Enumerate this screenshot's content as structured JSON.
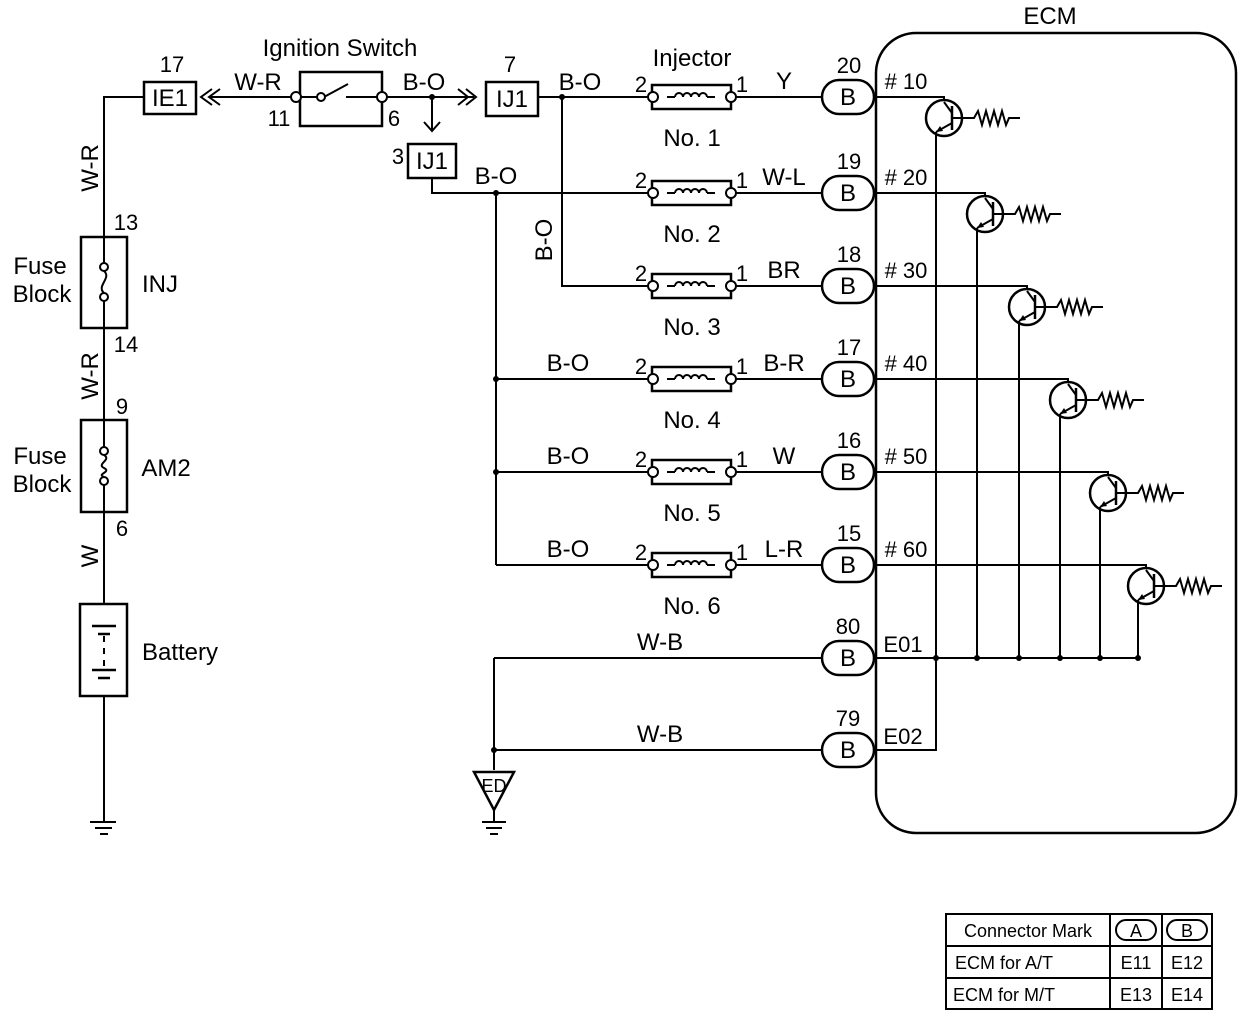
{
  "ecm": {
    "title": "ECM"
  },
  "ignition": {
    "title": "Ignition Switch",
    "pin_in": "11",
    "pin_out": "6"
  },
  "connectors": {
    "ie1": {
      "label": "IE1",
      "pin": "17"
    },
    "ij1_top": {
      "label": "IJ1",
      "pin": "7"
    },
    "ij1_branch": {
      "label": "IJ1",
      "pin": "3"
    }
  },
  "fuses": {
    "inj": {
      "block": [
        "Fuse",
        "Block"
      ],
      "name": "INJ",
      "pin_top": "13",
      "pin_bottom": "14"
    },
    "am2": {
      "block": [
        "Fuse",
        "Block"
      ],
      "name": "AM2",
      "pin_top": "9",
      "pin_bottom": "6"
    }
  },
  "battery": {
    "label": "Battery"
  },
  "wires": {
    "ie1_to_switch": "W-R",
    "switch_to_ij1": "B-O",
    "ij1_to_bus": "B-O",
    "branch_top": "B-O",
    "bus_vertical": "B-O",
    "fuse_upper": "W-R",
    "fuse_lower": "W-R",
    "battery_wire": "W",
    "ground_e01": "W-B",
    "ground_e02": "W-B"
  },
  "injector_title": "Injector",
  "injectors": [
    {
      "name": "No. 1",
      "pin_left": "2",
      "pin_right": "1",
      "in_wire": "",
      "out_wire": "Y",
      "ecm_pin": "20",
      "connector": "B",
      "signal": "# 10"
    },
    {
      "name": "No. 2",
      "pin_left": "2",
      "pin_right": "1",
      "in_wire": "",
      "out_wire": "W-L",
      "ecm_pin": "19",
      "connector": "B",
      "signal": "# 20"
    },
    {
      "name": "No. 3",
      "pin_left": "2",
      "pin_right": "1",
      "in_wire": "",
      "out_wire": "BR",
      "ecm_pin": "18",
      "connector": "B",
      "signal": "# 30"
    },
    {
      "name": "No. 4",
      "pin_left": "2",
      "pin_right": "1",
      "in_wire": "B-O",
      "out_wire": "B-R",
      "ecm_pin": "17",
      "connector": "B",
      "signal": "# 40"
    },
    {
      "name": "No. 5",
      "pin_left": "2",
      "pin_right": "1",
      "in_wire": "B-O",
      "out_wire": "W",
      "ecm_pin": "16",
      "connector": "B",
      "signal": "# 50"
    },
    {
      "name": "No. 6",
      "pin_left": "2",
      "pin_right": "1",
      "in_wire": "B-O",
      "out_wire": "L-R",
      "ecm_pin": "15",
      "connector": "B",
      "signal": "# 60"
    }
  ],
  "grounds": [
    {
      "pin": "80",
      "connector": "B",
      "terminal": "E01"
    },
    {
      "pin": "79",
      "connector": "B",
      "terminal": "E02"
    }
  ],
  "ground_point": {
    "label": "ED"
  },
  "connector_table": {
    "header": [
      "Connector Mark",
      "A",
      "B"
    ],
    "rows": [
      [
        "ECM for A/T",
        "E11",
        "E12"
      ],
      [
        "ECM for M/T",
        "E13",
        "E14"
      ]
    ]
  }
}
